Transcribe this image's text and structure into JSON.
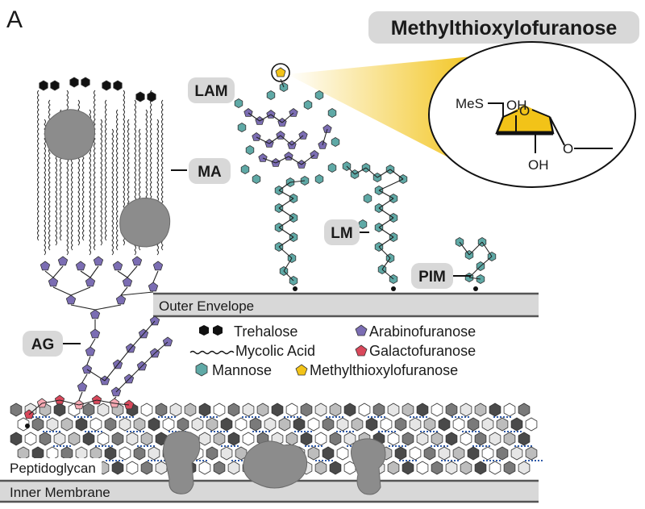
{
  "panel_letter": "A",
  "title": "Methylthioxylofuranose",
  "labels": {
    "lam": "LAM",
    "ma": "MA",
    "lm": "LM",
    "pim": "PIM",
    "ag": "AG",
    "outer_envelope": "Outer Envelope",
    "peptidoglycan": "Peptidoglycan",
    "inner_membrane": "Inner Membrane"
  },
  "structure": {
    "mes": "MeS",
    "oh_top": "OH",
    "oh_bottom": "OH",
    "ring_o": "O",
    "link_o": "O"
  },
  "legend": {
    "trehalose": "Trehalose",
    "mycolic_acid": "Mycolic Acid",
    "mannose": "Mannose",
    "arabinofuranose": "Arabinofuranose",
    "galactofuranose": "Galactofuranose",
    "methylthioxylofuranose": "Methylthioxylofuranose"
  },
  "colors": {
    "mannose": "#5fa9a6",
    "arabinofuranose": "#7b6db3",
    "galactofuranose": "#d9485b",
    "methylthioxylofuranose": "#f2c318",
    "trehalose": "#111111",
    "membrane": "#d8d8d8",
    "protein": "#8c8c8c",
    "crosslink": "#2f5aa8"
  }
}
